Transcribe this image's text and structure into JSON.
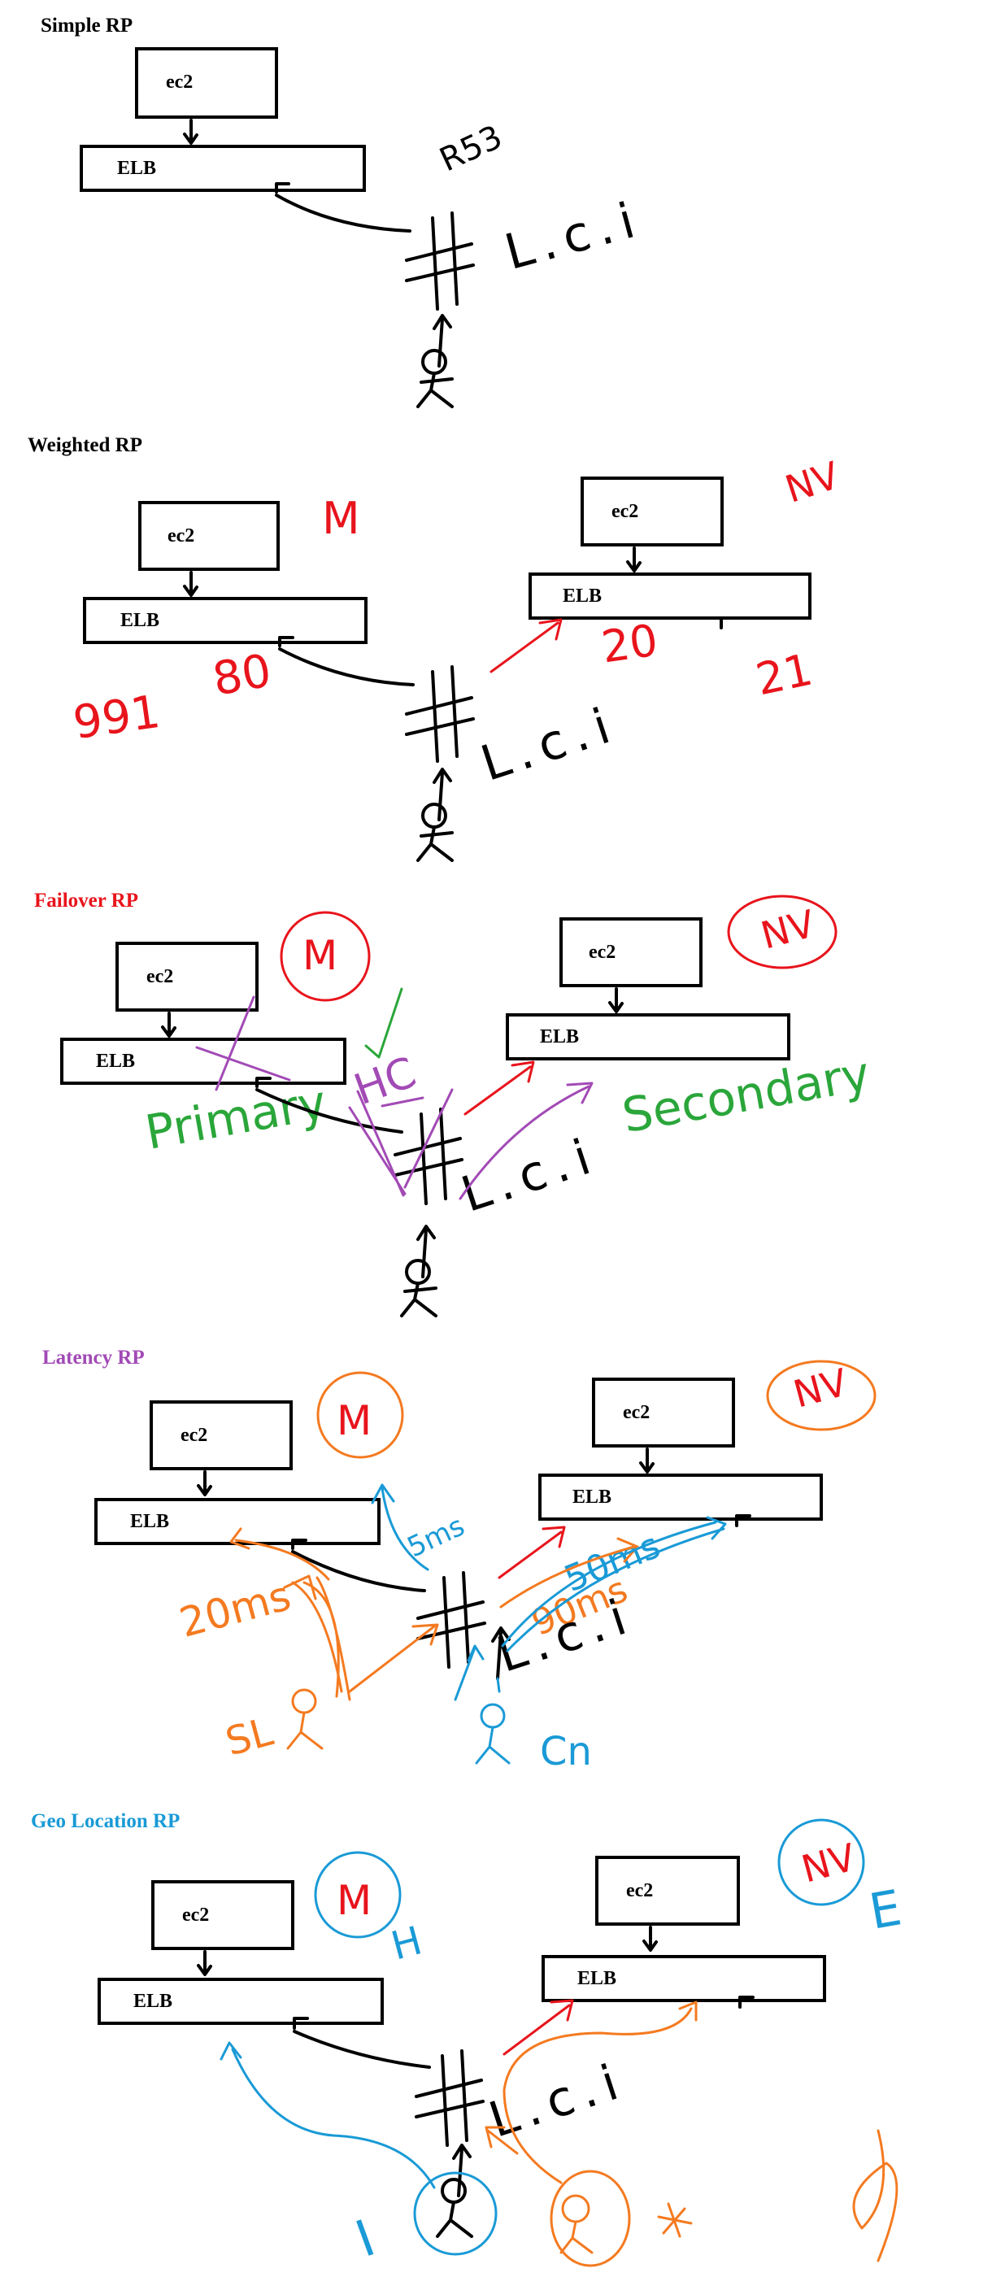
{
  "colors": {
    "ink": "#000000",
    "red": "#e8141c",
    "green": "#2aa63a",
    "purple": "#a24ab5",
    "orange": "#f47a20",
    "blue": "#1a9ad6"
  },
  "sections": [
    {
      "title": "Simple RP",
      "title_color": "#000000",
      "boxes": [
        "ec2",
        "ELB"
      ],
      "notes": [
        "R53",
        "L.c.i"
      ]
    },
    {
      "title": "Weighted RP",
      "title_color": "#000000",
      "left_boxes": [
        "ec2",
        "ELB"
      ],
      "right_boxes": [
        "ec2",
        "ELB"
      ],
      "notes": [
        "M",
        "NV",
        "991",
        "80",
        "20",
        "21",
        "L.c.i"
      ]
    },
    {
      "title": "Failover RP",
      "title_color": "#e8141c",
      "left_boxes": [
        "ec2",
        "ELB"
      ],
      "right_boxes": [
        "ec2",
        "ELB"
      ],
      "notes": [
        "M",
        "NV",
        "Primary",
        "Secondary",
        "HC",
        "L.c.i"
      ]
    },
    {
      "title": "Latency RP",
      "title_color": "#a24ab5",
      "left_boxes": [
        "ec2",
        "ELB"
      ],
      "right_boxes": [
        "ec2",
        "ELB"
      ],
      "notes": [
        "M",
        "NV",
        "20ms",
        "5ms",
        "50ms",
        "90ms",
        "SL",
        "Cn",
        "L.c.i"
      ]
    },
    {
      "title": "Geo Location RP",
      "title_color": "#1a9ad6",
      "left_boxes": [
        "ec2",
        "ELB"
      ],
      "right_boxes": [
        "ec2",
        "ELB"
      ],
      "notes": [
        "M",
        "NV",
        "H",
        "E",
        "I",
        "L.c.i"
      ]
    }
  ]
}
